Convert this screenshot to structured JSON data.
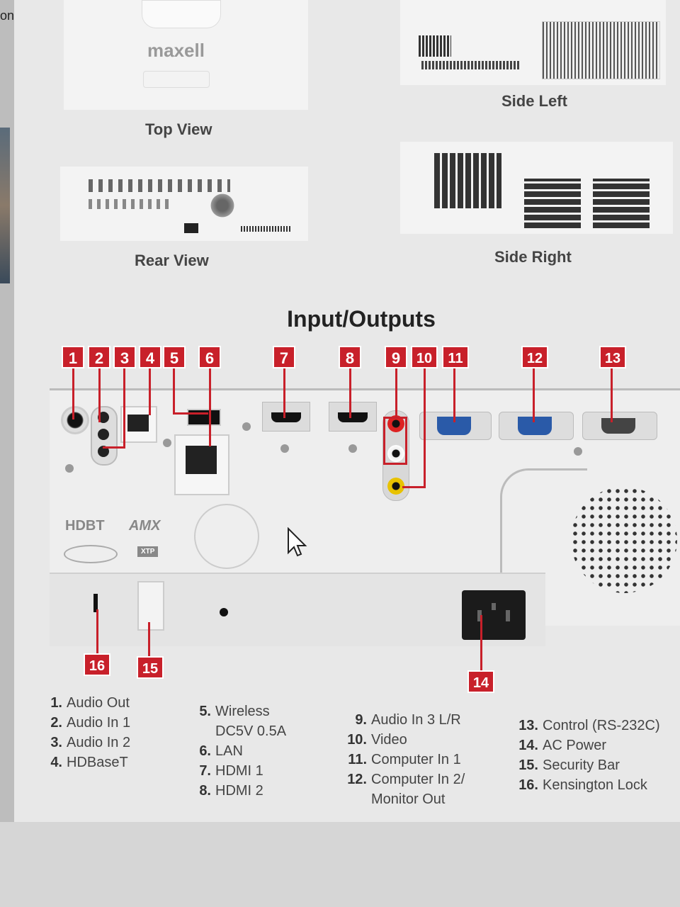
{
  "edge_text": "on.",
  "views": {
    "top": "Top View",
    "side_left": "Side Left",
    "rear": "Rear View",
    "side_right": "Side Right"
  },
  "brand": "maxell",
  "section_title": "Input/Outputs",
  "badges": [
    "1",
    "2",
    "3",
    "4",
    "5",
    "6",
    "7",
    "8",
    "9",
    "10",
    "11",
    "12",
    "13",
    "14",
    "15",
    "16"
  ],
  "panel_logos": {
    "hdbt": "HDBT",
    "amx": "AMX",
    "xtp": "XTP"
  },
  "legend": {
    "col1": [
      {
        "num": "1.",
        "text": "Audio Out"
      },
      {
        "num": "2.",
        "text": "Audio In 1"
      },
      {
        "num": "3.",
        "text": "Audio In 2"
      },
      {
        "num": "4.",
        "text": "HDBaseT"
      }
    ],
    "col2": [
      {
        "num": "5.",
        "text": "Wireless"
      },
      {
        "num": "",
        "text": "DC5V 0.5A"
      },
      {
        "num": "6.",
        "text": "LAN"
      },
      {
        "num": "7.",
        "text": "HDMI 1"
      },
      {
        "num": "8.",
        "text": "HDMI 2"
      }
    ],
    "col3": [
      {
        "num": "9.",
        "text": "Audio In 3 L/R"
      },
      {
        "num": "10.",
        "text": "Video"
      },
      {
        "num": "11.",
        "text": "Computer In 1"
      },
      {
        "num": "12.",
        "text": "Computer In 2/"
      },
      {
        "num": "",
        "text": "Monitor Out"
      }
    ],
    "col4": [
      {
        "num": "13.",
        "text": "Control (RS-232C)"
      },
      {
        "num": "14.",
        "text": "AC Power"
      },
      {
        "num": "15.",
        "text": "Security Bar"
      },
      {
        "num": "16.",
        "text": "Kensington Lock"
      }
    ]
  },
  "colors": {
    "badge": "#c8202a",
    "vga": "#2a5aa8"
  }
}
